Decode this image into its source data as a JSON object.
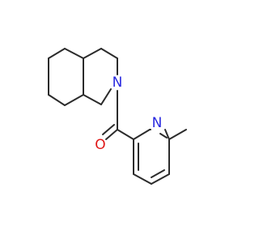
{
  "molecule": {
    "bond_color": "#2b2b2b",
    "atoms": [
      {
        "id": "N1",
        "symbol": "N",
        "color": "#2a2ae0"
      },
      {
        "id": "N2",
        "symbol": "N",
        "color": "#2a2ae0"
      },
      {
        "id": "O1",
        "symbol": "O",
        "color": "#e01818"
      }
    ]
  }
}
